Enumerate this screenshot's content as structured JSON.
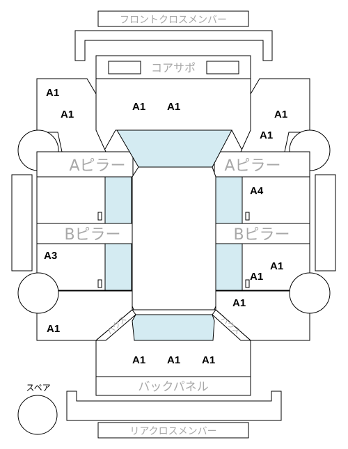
{
  "labels": {
    "front_cross_member": "フロントクロスメンバー",
    "core_support": "コアサポ",
    "a_pillar": "Aピラー",
    "b_pillar": "Bピラー",
    "back_panel": "バックパネル",
    "rear_cross_member": "リアクロスメンバー",
    "spare": "スペア",
    "tire_house": "ハウス"
  },
  "grades": {
    "fender_fl_1": "A1",
    "fender_fl_2": "A1",
    "hood_1": "A1",
    "hood_2": "A1",
    "fender_fr_1": "A1",
    "fender_fr_2": "A1",
    "door_fr": "A4",
    "door_rl": "A3",
    "door_rr_1": "A1",
    "door_rr_2": "A1",
    "quarter_rr": "A1",
    "quarter_rl": "A1",
    "trunk_1": "A1",
    "trunk_2": "A1",
    "trunk_3": "A1"
  },
  "colors": {
    "glass": "#d4ebf2",
    "outline": "#000000",
    "label_gray": "#a8a8a8"
  }
}
